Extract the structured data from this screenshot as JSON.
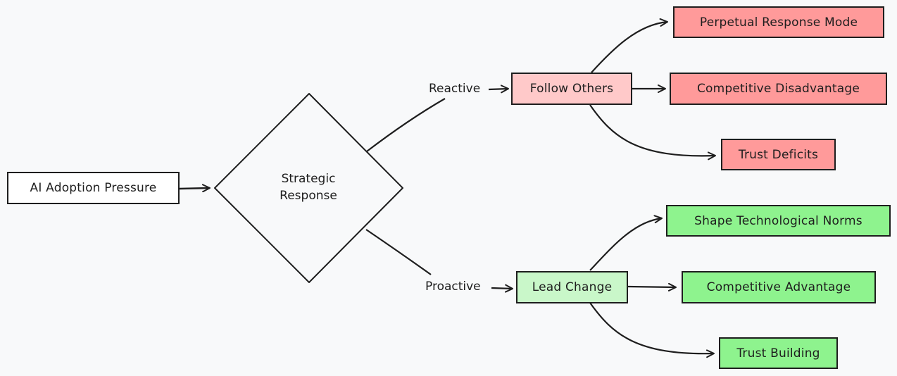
{
  "colors": {
    "background": "#f8f9fa",
    "stroke": "#1e1e1e",
    "reactive_node": "#ffc9c9",
    "negative_outcome": "#ff9a9a",
    "proactive_node": "#c9f7c9",
    "positive_outcome": "#8ef38e"
  },
  "nodes": {
    "start": "AI Adoption Pressure",
    "decision_line1": "Strategic",
    "decision_line2": "Response",
    "reactive": "Follow Others",
    "proactive": "Lead Change",
    "reactive_outcomes": [
      "Perpetual Response Mode",
      "Competitive Disadvantage",
      "Trust Deficits"
    ],
    "proactive_outcomes": [
      "Shape Technological Norms",
      "Competitive Advantage",
      "Trust Building"
    ]
  },
  "edges": {
    "reactive_label": "Reactive",
    "proactive_label": "Proactive"
  }
}
